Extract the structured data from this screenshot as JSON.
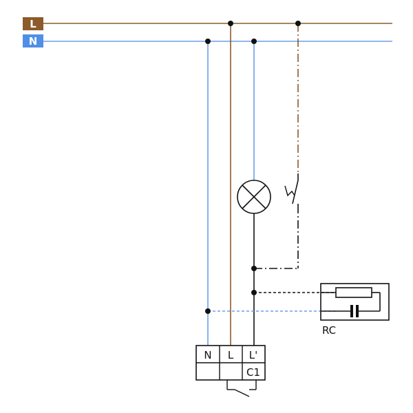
{
  "lines": {
    "live": {
      "label": "L",
      "color": "#8c5a2b"
    },
    "neutral": {
      "label": "N",
      "color": "#4f8fe6"
    }
  },
  "wire_colors": {
    "live": "#8c5a2b",
    "neutral": "#6b9ee8",
    "switched": "#111111"
  },
  "rc_module": {
    "label": "RC"
  },
  "terminal_block": {
    "terminals": [
      "N",
      "L",
      "L'"
    ],
    "bottom_label": "C1"
  }
}
